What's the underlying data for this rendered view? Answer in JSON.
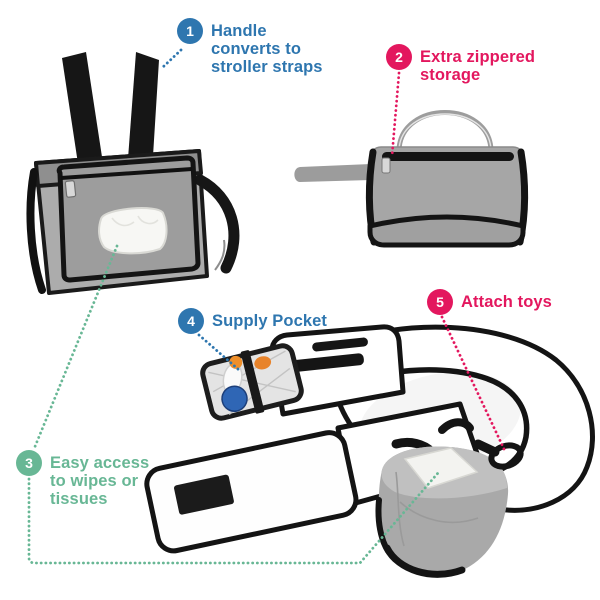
{
  "palette": {
    "blue": "#2e76af",
    "pink": "#e3175e",
    "green": "#68b795",
    "fabric_gray": "#a9a9a9",
    "fabric_dark": "#8f8f8f",
    "trim_black": "#161616",
    "background": "#ffffff"
  },
  "callouts": [
    {
      "number": "1",
      "color": "blue",
      "label": "Handle\nconverts to\nstroller straps"
    },
    {
      "number": "2",
      "color": "pink",
      "label": "Extra zippered\nstorage"
    },
    {
      "number": "3",
      "color": "green",
      "label": "Easy access\nto wipes or\ntissues"
    },
    {
      "number": "4",
      "color": "blue",
      "label": "Supply Pocket"
    },
    {
      "number": "5",
      "color": "pink",
      "label": "Attach toys"
    }
  ],
  "figures": {
    "stroller_bag": "diaper-bag-with-stroller-straps",
    "zip_clutch": "folded-clutch-with-carry-handle",
    "changing_pad": "open-changing-pad-with-pockets"
  }
}
